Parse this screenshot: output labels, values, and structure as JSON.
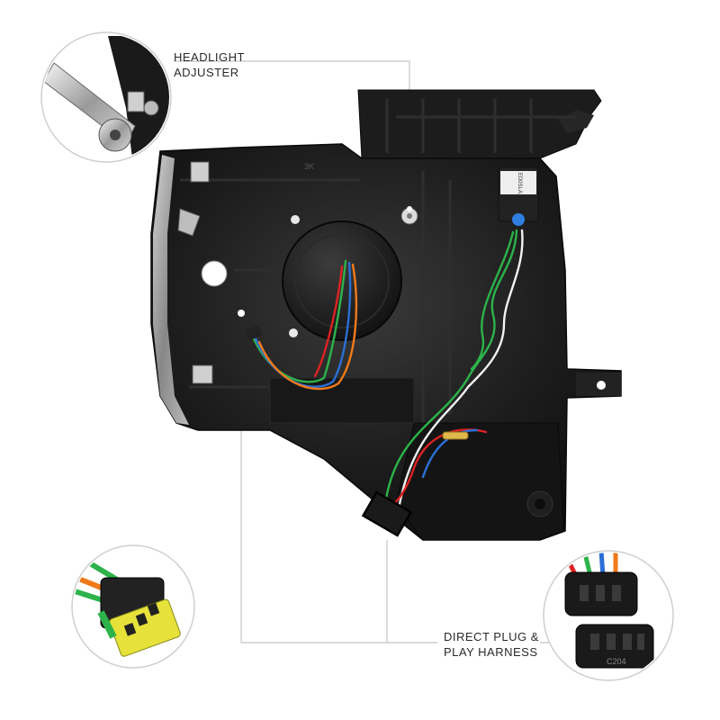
{
  "callouts": {
    "adjuster": {
      "line1": "HEADLIGHT",
      "line2": "ADJUSTER"
    },
    "harness": {
      "line1": "DIRECT PLUG &",
      "line2": "PLAY HARNESS"
    }
  },
  "housing_markings": {
    "casting_code": "3K",
    "label_code": "ED0SLA1"
  },
  "connector_marking": "C204",
  "colors": {
    "housing": "#1a1a1a",
    "wire_green": "#2db34a",
    "wire_blue": "#2b6fd6",
    "wire_orange": "#f07a1a",
    "wire_red": "#d22",
    "wire_white": "#f2f2f2",
    "leader_line": "#bdbdbd",
    "blue_dot": "#2f7fe0"
  }
}
